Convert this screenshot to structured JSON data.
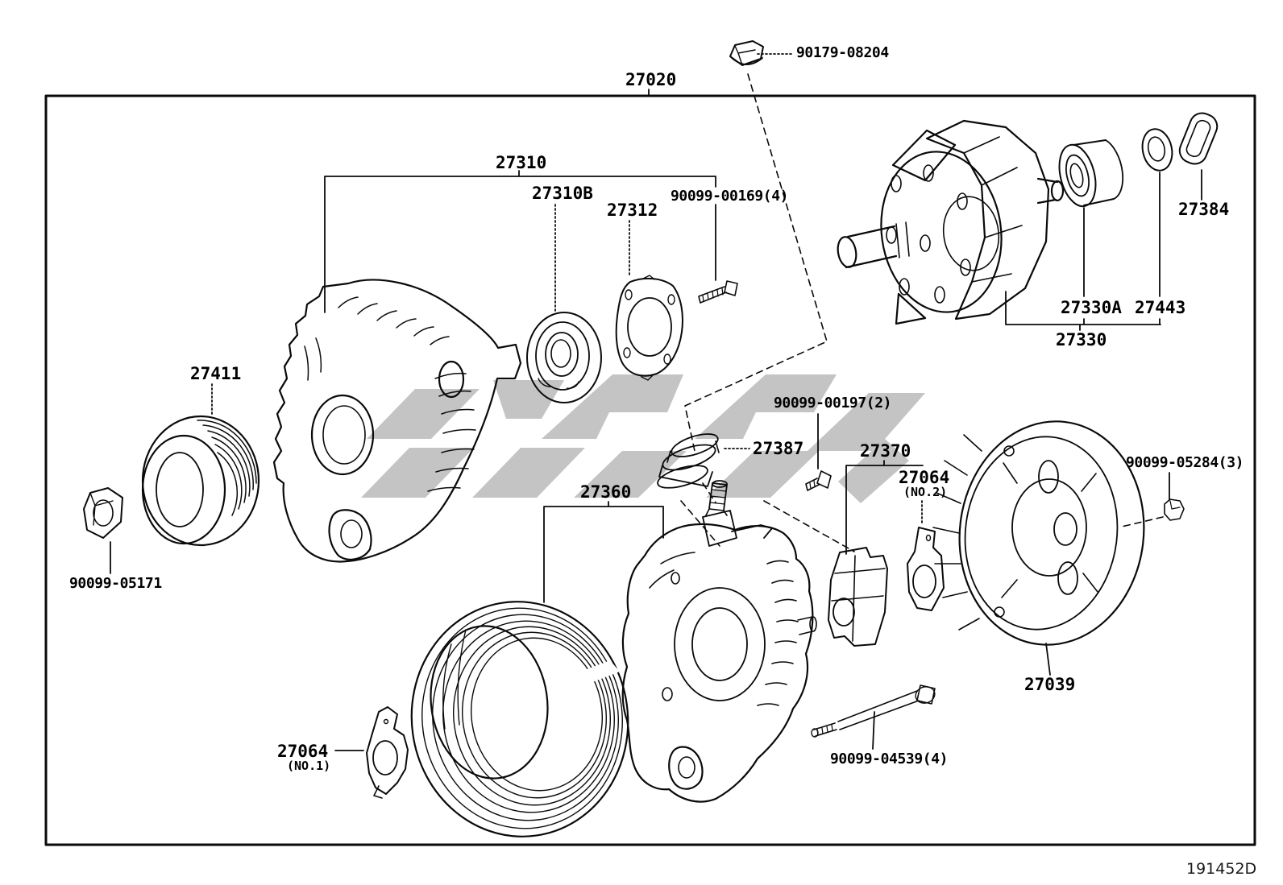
{
  "figure": {
    "code": "191452D",
    "background": "#ffffff",
    "line_color": "#0a0a0a",
    "watermark_color": "#c4c4c4",
    "description": "Exploded parts diagram of an alternator assembly"
  },
  "labels": {
    "terminal_nut": {
      "code": "90179-08204"
    },
    "alternator_assy": {
      "code": "27020"
    },
    "front_bracket": {
      "code": "27310"
    },
    "front_bearing": {
      "code": "27310B"
    },
    "retainer_bolts": {
      "code": "90099-00169(4)"
    },
    "bearing_retainer": {
      "code": "27312"
    },
    "terminal_insulator": {
      "code": "27384"
    },
    "rear_bearing": {
      "code": "27330A"
    },
    "bearing_cover": {
      "code": "27443"
    },
    "rotor": {
      "code": "27330"
    },
    "pulley": {
      "code": "27411"
    },
    "pulley_nut": {
      "code": "90099-05171"
    },
    "regulator_screws": {
      "code": "90099-00197(2)"
    },
    "slip_ring": {
      "code": "27387"
    },
    "regulator": {
      "code": "27370"
    },
    "insulator_no2": {
      "code": "27064",
      "note": "(NO.2)"
    },
    "cover_nuts": {
      "code": "90099-05284(3)"
    },
    "rear_frame": {
      "code": "27360"
    },
    "rear_cover": {
      "code": "27039"
    },
    "insulator_no1": {
      "code": "27064",
      "note": "(NO.1)"
    },
    "through_bolts": {
      "code": "90099-04539(4)"
    }
  }
}
